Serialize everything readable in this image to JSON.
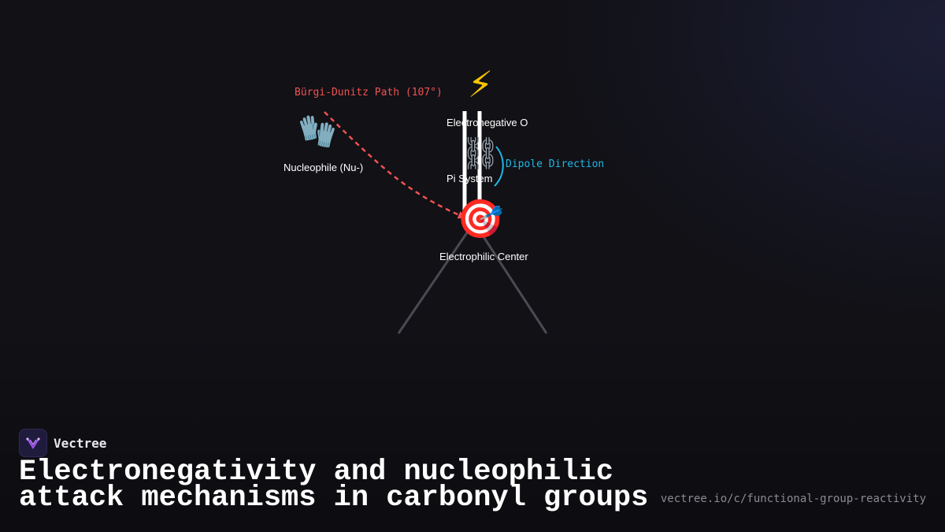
{
  "diagram": {
    "path_label": "Bürgi-Dunitz Path (107°)",
    "dipole_label": "Dipole Direction",
    "nucleophile_label": "Nucleophile (Nu-)",
    "oxygen_label": "Electronegative O",
    "pi_label": "Pi System",
    "electrophile_label": "Electrophilic Center",
    "icons": {
      "oxygen": "lightning-icon",
      "nucleophile": "gloves-icon",
      "pi": "chain-icon",
      "electrophile": "target-icon"
    },
    "colors": {
      "path": "#f05252",
      "dipole": "#22b8e6",
      "bond": "#ffffff",
      "substituent": "#4a4a52"
    }
  },
  "footer": {
    "brand_name": "Vectree",
    "title": "Electronegativity and nucleophilic attack mechanisms in carbonyl groups",
    "url": "vectree.io/c/functional-group-reactivity"
  }
}
